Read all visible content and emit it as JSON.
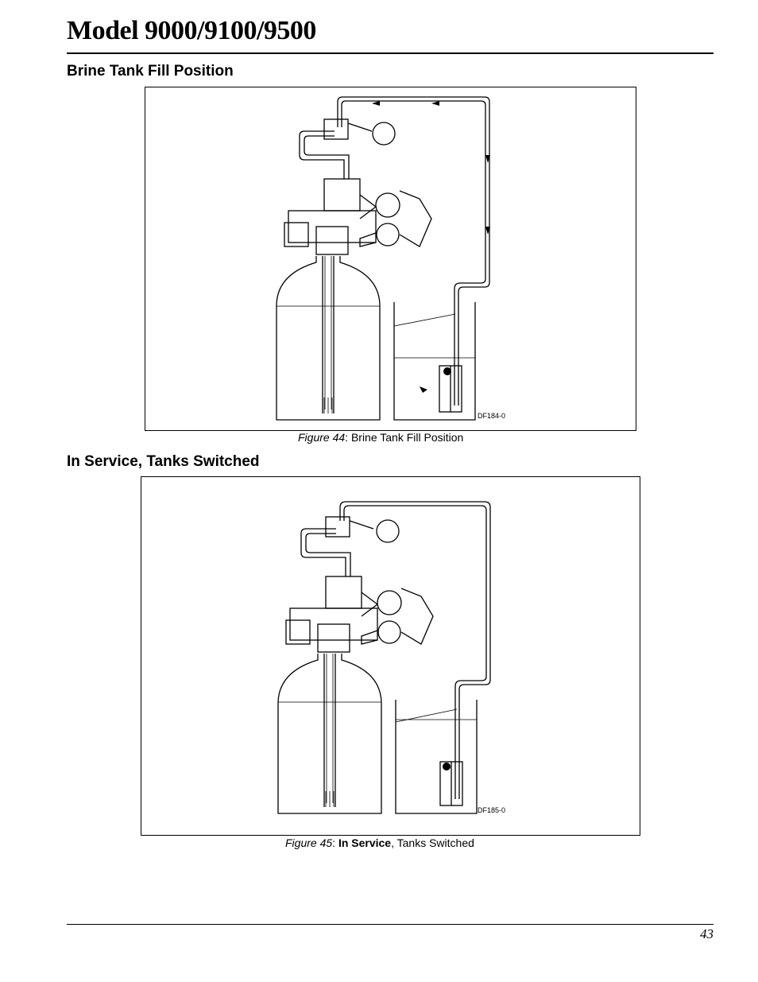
{
  "page": {
    "title": "Model 9000/9100/9500",
    "page_number": "43"
  },
  "sections": [
    {
      "heading": "Brine Tank Fill Position",
      "figure_id": "DF184-0",
      "caption_ref": "Figure 44",
      "caption_sep": ": ",
      "caption_bold": "",
      "caption_rest": "Brine Tank Fill Position"
    },
    {
      "heading": "In Service, Tanks Switched",
      "figure_id": "DF185-0",
      "caption_ref": "Figure 45",
      "caption_sep": ": ",
      "caption_bold": "In Service",
      "caption_rest": ", Tanks Switched"
    }
  ]
}
